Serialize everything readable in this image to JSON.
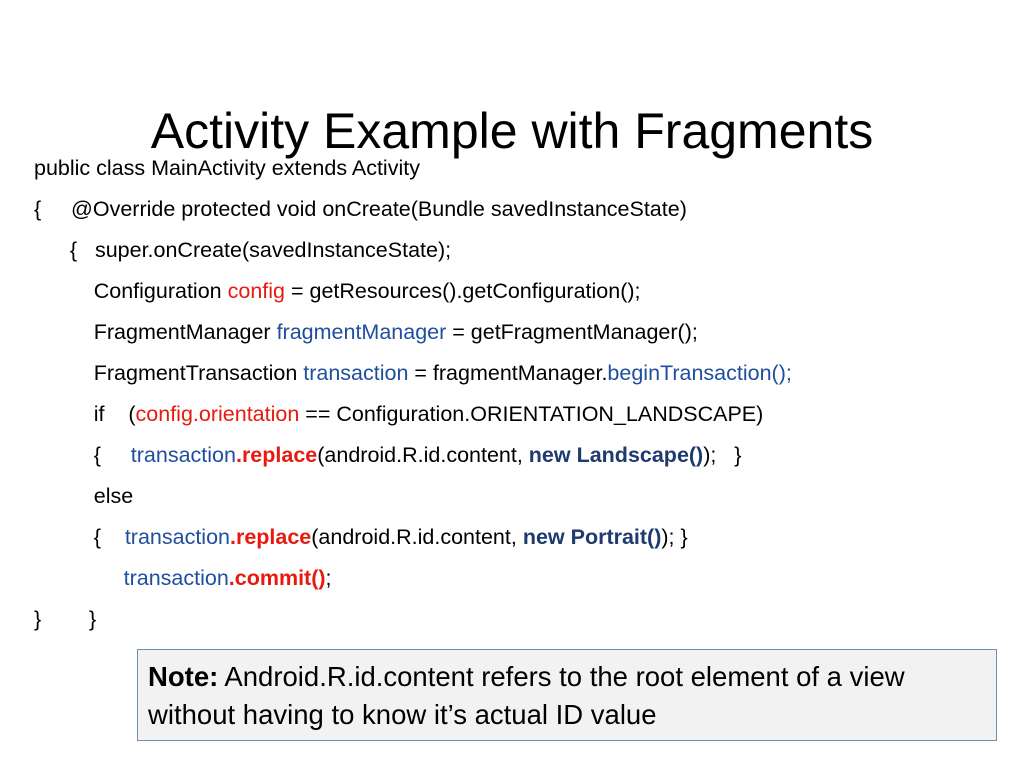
{
  "slide": {
    "title": "Activity Example with Fragments"
  },
  "code": {
    "line1": "public class MainActivity extends Activity",
    "line2": "{     @Override protected void onCreate(Bundle savedInstanceState)",
    "line3": "      {   super.onCreate(savedInstanceState);",
    "line4_a": "          Configuration ",
    "line4_b": "config",
    "line4_c": " = getResources().getConfiguration();",
    "line5_a": "          FragmentManager ",
    "line5_b": "fragmentManager",
    "line5_c": " = getFragmentManager();",
    "line6_a": "          FragmentTransaction ",
    "line6_b": "transaction",
    "line6_c": " = fragmentManager.",
    "line6_d": "beginTransaction();",
    "line7_a": "          if    (",
    "line7_b": "config.orientation",
    "line7_c": " == Configuration.ORIENTATION_LANDSCAPE)",
    "line8_a": "          {     ",
    "line8_b": "transaction",
    "line8_c": ".replace",
    "line8_d": "(android.R.id.content, ",
    "line8_e": "new Landscape()",
    "line8_f": ");   }",
    "line9": "          else",
    "line10_a": "          {    ",
    "line10_b": "transaction",
    "line10_c": ".replace",
    "line10_d": "(android.R.id.content, ",
    "line10_e": "new Portrait()",
    "line10_f": "); }",
    "line11_a": "               ",
    "line11_b": "transaction",
    "line11_c": ".commit()",
    "line11_d": ";",
    "line12": "}        }"
  },
  "note": {
    "label": "Note:",
    "text": " Android.R.id.content  refers to the root element of a view without having to know it’s actual ID value"
  },
  "colors": {
    "keyword_red": "#e8190f",
    "identifier_blue": "#1f4e9e",
    "note_border": "#6d8fb5",
    "note_background": "#f2f2f2"
  }
}
